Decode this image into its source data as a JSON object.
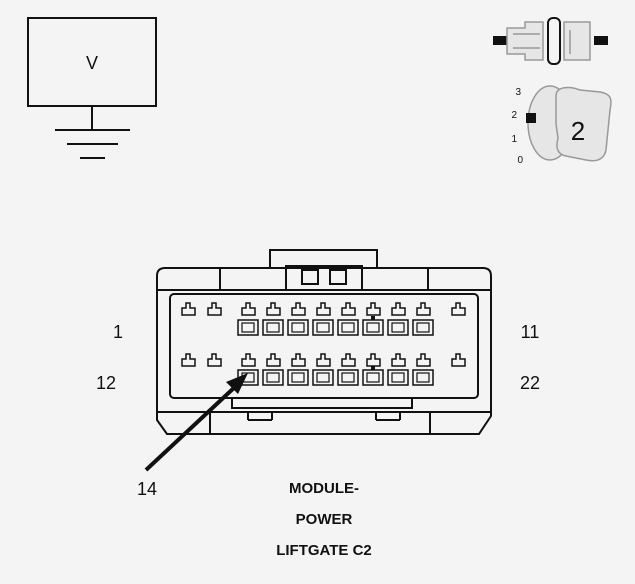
{
  "meter": {
    "label": "V"
  },
  "key_switch": {
    "positions": [
      "3",
      "2",
      "1",
      "0"
    ],
    "selected": "2"
  },
  "connector": {
    "pin_labels": {
      "top_left": "1",
      "top_right": "11",
      "bottom_left": "12",
      "bottom_right": "22"
    },
    "callout": "14"
  },
  "title_lines": [
    "MODULE-",
    "POWER",
    "LIFTGATE C2"
  ],
  "colors": {
    "line": "#111111",
    "background": "#f4f4f4",
    "part_fill": "#e8e8e8"
  }
}
